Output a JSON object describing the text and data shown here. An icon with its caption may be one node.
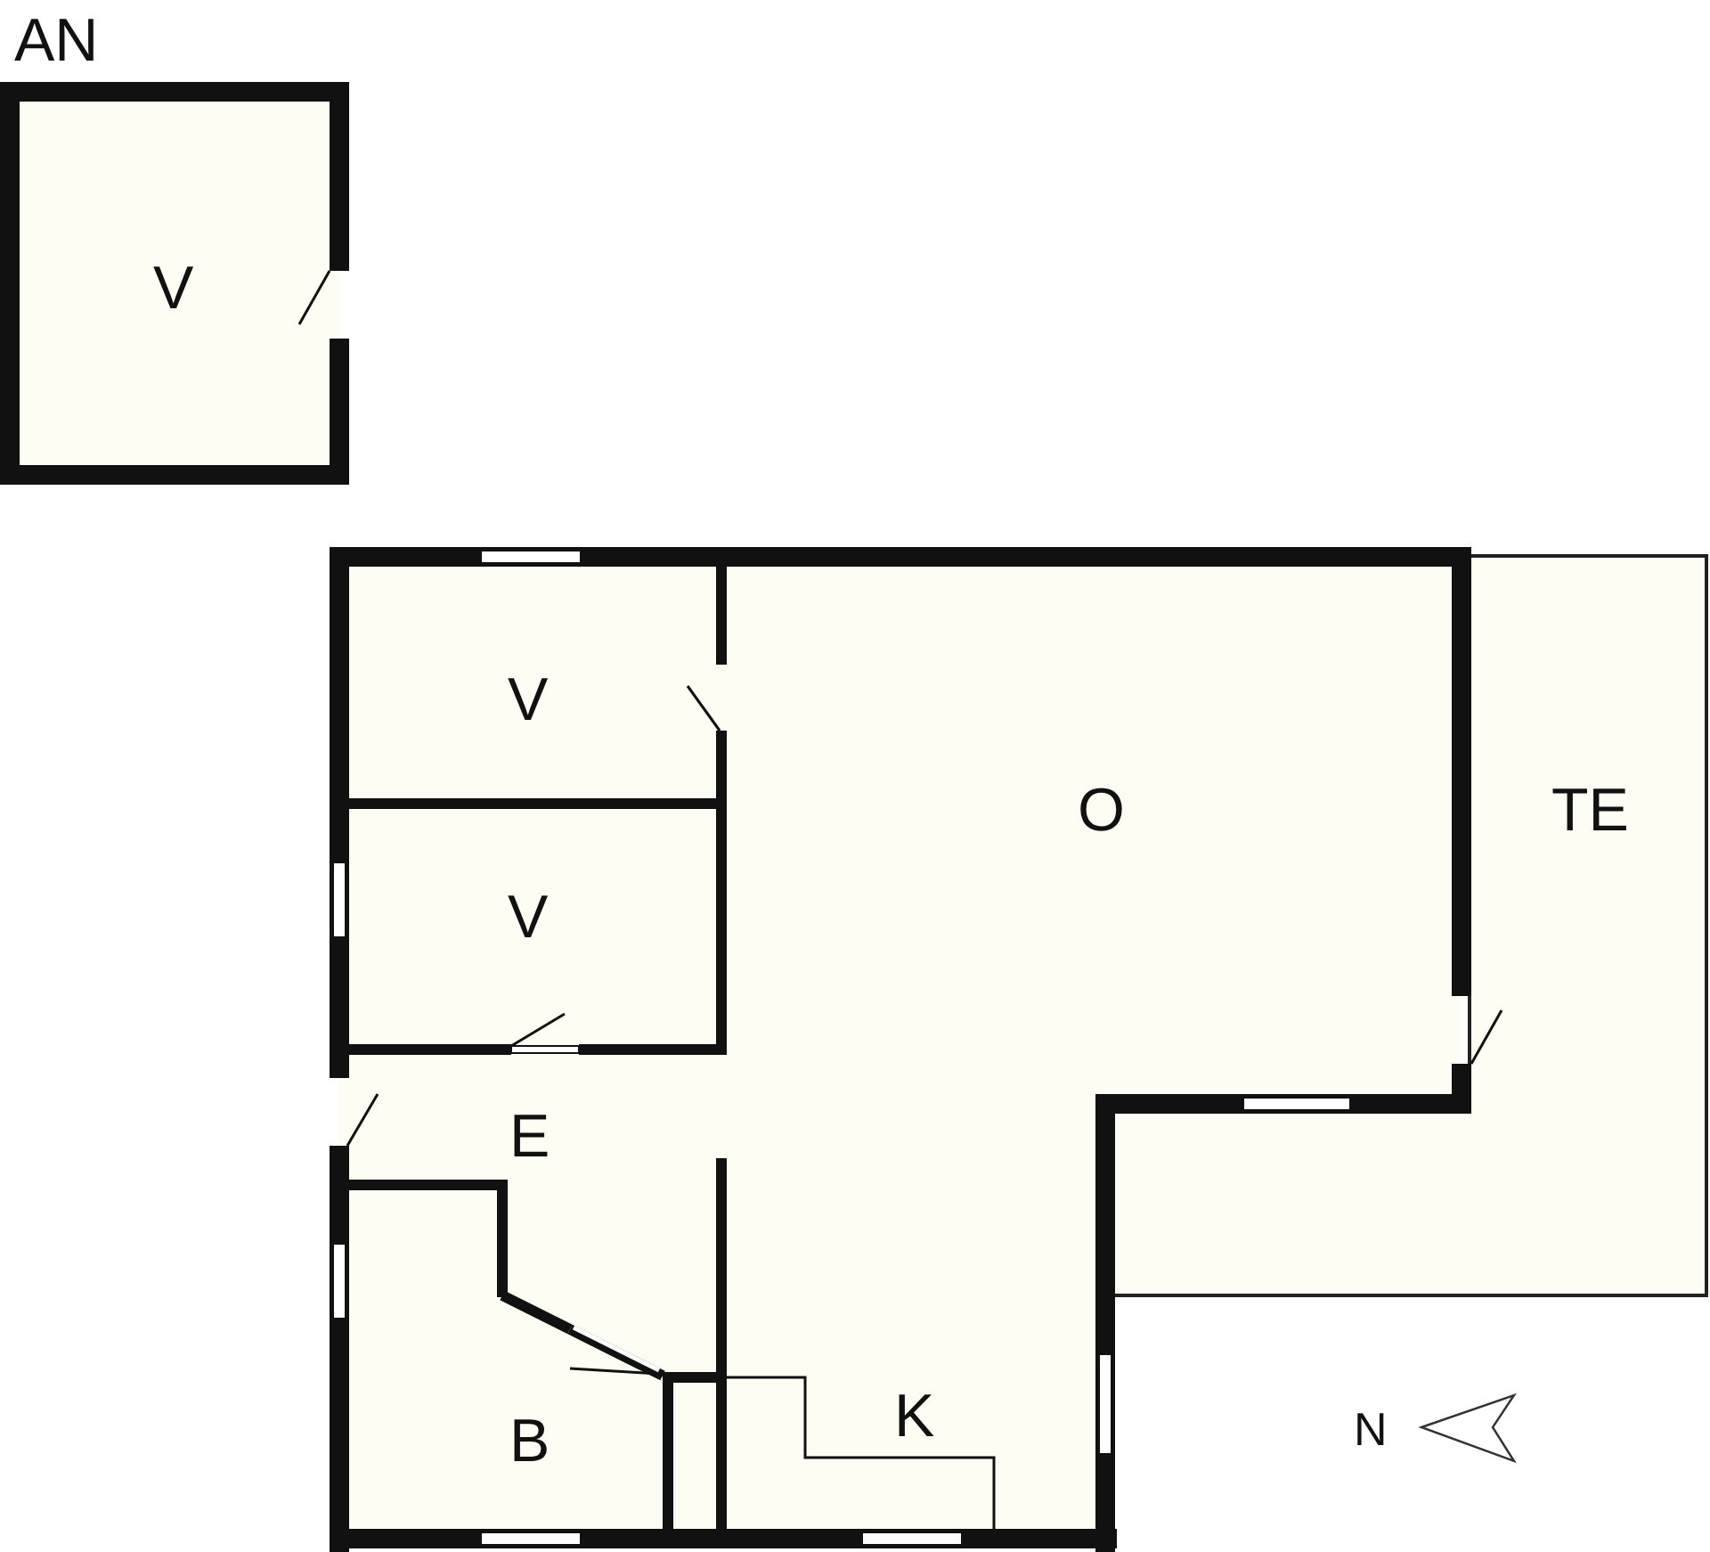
{
  "diagram": {
    "nodes": [
      {
        "text": [
          "AN"
        ]
      },
      {
        "text": [
          "V"
        ],
        "in": 0
      },
      {
        "text": [
          "V"
        ]
      },
      {
        "text": [
          "V"
        ]
      },
      {
        "text": [
          "O"
        ]
      },
      {
        "text": [
          "TE"
        ]
      },
      {
        "text": [
          "E"
        ]
      },
      {
        "text": [
          "B"
        ]
      },
      {
        "text": [
          "K"
        ]
      }
    ],
    "labels": [
      "N"
    ]
  }
}
